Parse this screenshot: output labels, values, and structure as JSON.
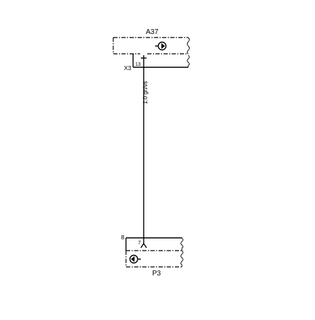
{
  "components": {
    "top": {
      "name": "A37",
      "connector": "X3",
      "pin": "13",
      "icon": "speaker-symbol-icon"
    },
    "bottom": {
      "name": "P3",
      "connector": "8",
      "pin": "7",
      "icon": "speaker-symbol-icon"
    }
  },
  "wire": {
    "label": "1.0 gn/vs"
  }
}
